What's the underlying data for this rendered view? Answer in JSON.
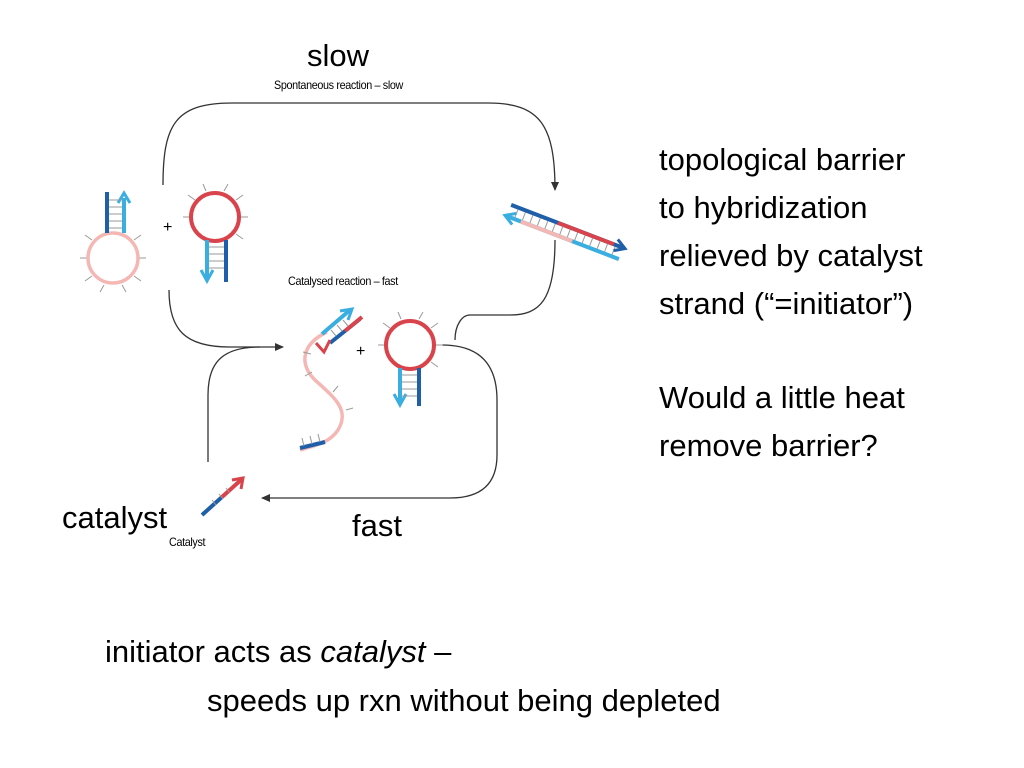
{
  "labels": {
    "slow": "slow",
    "spontaneous": "Spontaneous reaction – slow",
    "catalysed": "Catalysed reaction – fast",
    "catalyst": "catalyst",
    "catalyst_small": "Catalyst",
    "fast": "fast",
    "plus": "+"
  },
  "side_text": {
    "line1": "topological barrier",
    "line2": "to hybridization",
    "line3": "relieved by catalyst",
    "line4": "strand (“=initiator”)",
    "line5": "Would a little heat",
    "line6": "remove barrier?"
  },
  "bottom_text": {
    "line1_prefix": "initiator acts as ",
    "line1_emph": "catalyst",
    "line1_suffix": " –",
    "line2": "speeds up rxn without being depleted"
  },
  "colors": {
    "red": "#d9434b",
    "pink": "#f4b7b3",
    "blue_dark": "#1f5ea8",
    "blue_light": "#3aaee0",
    "arrow": "#333333",
    "tick": "#9a9a9a"
  }
}
